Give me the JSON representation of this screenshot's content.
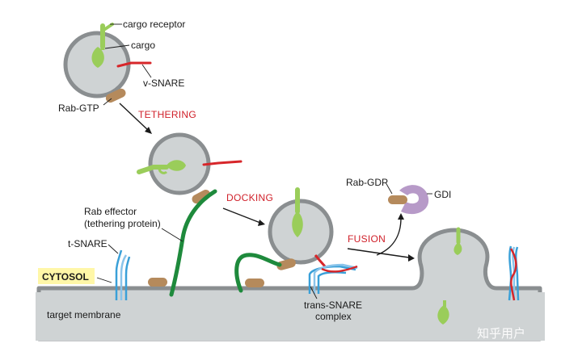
{
  "labels": {
    "cargo_receptor": "cargo receptor",
    "cargo": "cargo",
    "v_snare": "v-SNARE",
    "rab_gtp": "Rab-GTP",
    "tethering": "TETHERING",
    "docking": "DOCKING",
    "fusion": "FUSION",
    "rab_gdp": "Rab-GDP",
    "gdi": "GDI",
    "rab_effector_line1": "Rab effector",
    "rab_effector_line2": "(tethering protein)",
    "t_snare": "t-SNARE",
    "cytosol": "CYTOSOL",
    "target_membrane": "target membrane",
    "trans_snare_line1": "trans-SNARE",
    "trans_snare_line2": "complex",
    "watermark": "知乎用户"
  },
  "colors": {
    "membrane_fill": "#cfd3d4",
    "membrane_stroke": "#8a8e90",
    "cargo": "#9acd5a",
    "v_snare": "#d7262a",
    "rab": "#b58a5c",
    "rab_effector": "#1e8a3c",
    "t_snare": "#3aa0d8",
    "gdi": "#b79ac8",
    "stage_label": "#d0202a",
    "cytosol_box": "#fff7a8"
  }
}
